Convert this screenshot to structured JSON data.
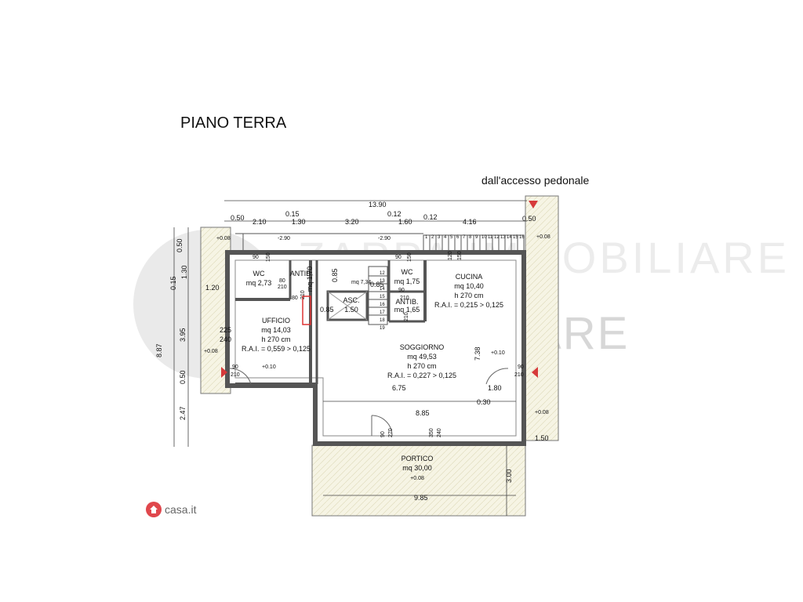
{
  "title": "PIANO TERRA",
  "access_label": "dall'accesso pedonale",
  "watermark": "ZAPPA IMMOBILIARE",
  "logo": {
    "text": "casa.it",
    "icon": "house-icon",
    "color": "#e0474c"
  },
  "colors": {
    "wall": "#555555",
    "outdoor": "#f6f4e4",
    "arrow": "#d63a3a"
  },
  "rooms": [
    {
      "id": "wc1",
      "name": "WC",
      "area": "mq 2,73"
    },
    {
      "id": "antib1",
      "name": "ANTIB",
      "area": "mq 1,70"
    },
    {
      "id": "asc",
      "name": "ASC.",
      "area": "1.50"
    },
    {
      "id": "wc2",
      "name": "WC",
      "area": "mq 1,75"
    },
    {
      "id": "antib2",
      "name": "ANTIB.",
      "area": "mq 1,65"
    },
    {
      "id": "cucina",
      "name": "CUCINA",
      "area": "mq 10,40",
      "height": "h 270 cm",
      "rai": "R.A.I. = 0,215 > 0,125"
    },
    {
      "id": "ufficio",
      "name": "UFFICIO",
      "area": "mq 14,03",
      "height": "h 270 cm",
      "rai": "R.A.I. = 0,559 > 0,125"
    },
    {
      "id": "soggiorno",
      "name": "SOGGIORNO",
      "area": "mq 49,53",
      "height": "h 270 cm",
      "rai": "R.A.I. = 0,227 > 0,125"
    },
    {
      "id": "portico",
      "name": "PORTICO",
      "area": "mq 30,00",
      "level": "+0.08"
    }
  ],
  "dimensions": {
    "overall": "13.90",
    "top_row": [
      "0.50",
      "2.10",
      "0.15",
      "1.30",
      "3.20",
      "0.12",
      "1.60",
      "0.12",
      "4.16",
      "0.50"
    ],
    "left_col": [
      "0.50",
      "1.30",
      "0.15",
      "3.95",
      "8.87",
      "0.50",
      "2.47"
    ],
    "misc": [
      "1.20",
      "6.75",
      "8.85",
      "1.80",
      "0.30",
      "7.38",
      "1.50",
      "9.85",
      "3.00",
      "0.85",
      "0.85",
      "0.85",
      "mq 7,34"
    ]
  },
  "levels": [
    "+0.08",
    "-2.90",
    "-2.90",
    "+0.08",
    "+0.08",
    "+0.10",
    "+0.10",
    "+0.08"
  ],
  "openings": [
    "90",
    "150",
    "90",
    "150",
    "80",
    "210",
    "80",
    "210",
    "210",
    "90",
    "210",
    "225",
    "240",
    "90",
    "210",
    "90",
    "210",
    "90",
    "270",
    "350",
    "240",
    "120",
    "150"
  ],
  "stair_numbers": [
    "1",
    "2",
    "3",
    "4",
    "5",
    "6",
    "7",
    "8",
    "9",
    "10",
    "11",
    "12",
    "13",
    "14",
    "15",
    "16",
    "17",
    "18",
    "19"
  ]
}
